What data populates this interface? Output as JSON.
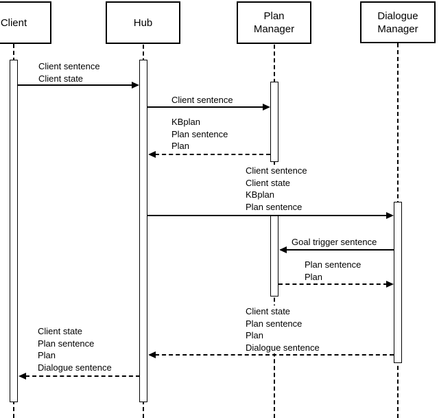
{
  "diagram_type": "uml-sequence-diagram",
  "colors": {
    "line": "#000000",
    "background": "#ffffff"
  },
  "participants": [
    {
      "name": "Client"
    },
    {
      "name": "Hub"
    },
    {
      "name": "Plan Manager"
    },
    {
      "name": "Dialogue Manager"
    }
  ],
  "messages": [
    {
      "from": "Client",
      "to": "Hub",
      "style": "solid",
      "lines": [
        "Client sentence",
        "Client state"
      ]
    },
    {
      "from": "Hub",
      "to": "Plan Manager",
      "style": "solid",
      "lines": [
        "Client sentence"
      ]
    },
    {
      "from": "Plan Manager",
      "to": "Hub",
      "style": "dashed",
      "lines": [
        "KBplan",
        "Plan sentence",
        "Plan"
      ]
    },
    {
      "from": "Hub",
      "to": "Dialogue Manager",
      "style": "solid",
      "lines": [
        "Client sentence",
        "Client state",
        "KBplan",
        "Plan sentence"
      ]
    },
    {
      "from": "Dialogue Manager",
      "to": "Plan Manager",
      "style": "solid",
      "lines": [
        "Goal trigger sentence"
      ]
    },
    {
      "from": "Plan Manager",
      "to": "Dialogue Manager",
      "style": "dashed",
      "lines": [
        "Plan sentence",
        "Plan"
      ]
    },
    {
      "from": "Dialogue Manager",
      "to": "Hub",
      "style": "dashed",
      "lines": [
        "Client state",
        "Plan sentence",
        "Plan",
        "Dialogue sentence"
      ]
    },
    {
      "from": "Hub",
      "to": "Client",
      "style": "dashed",
      "lines": [
        "Client state",
        "Plan sentence",
        "Plan",
        "Dialogue sentence"
      ]
    }
  ]
}
